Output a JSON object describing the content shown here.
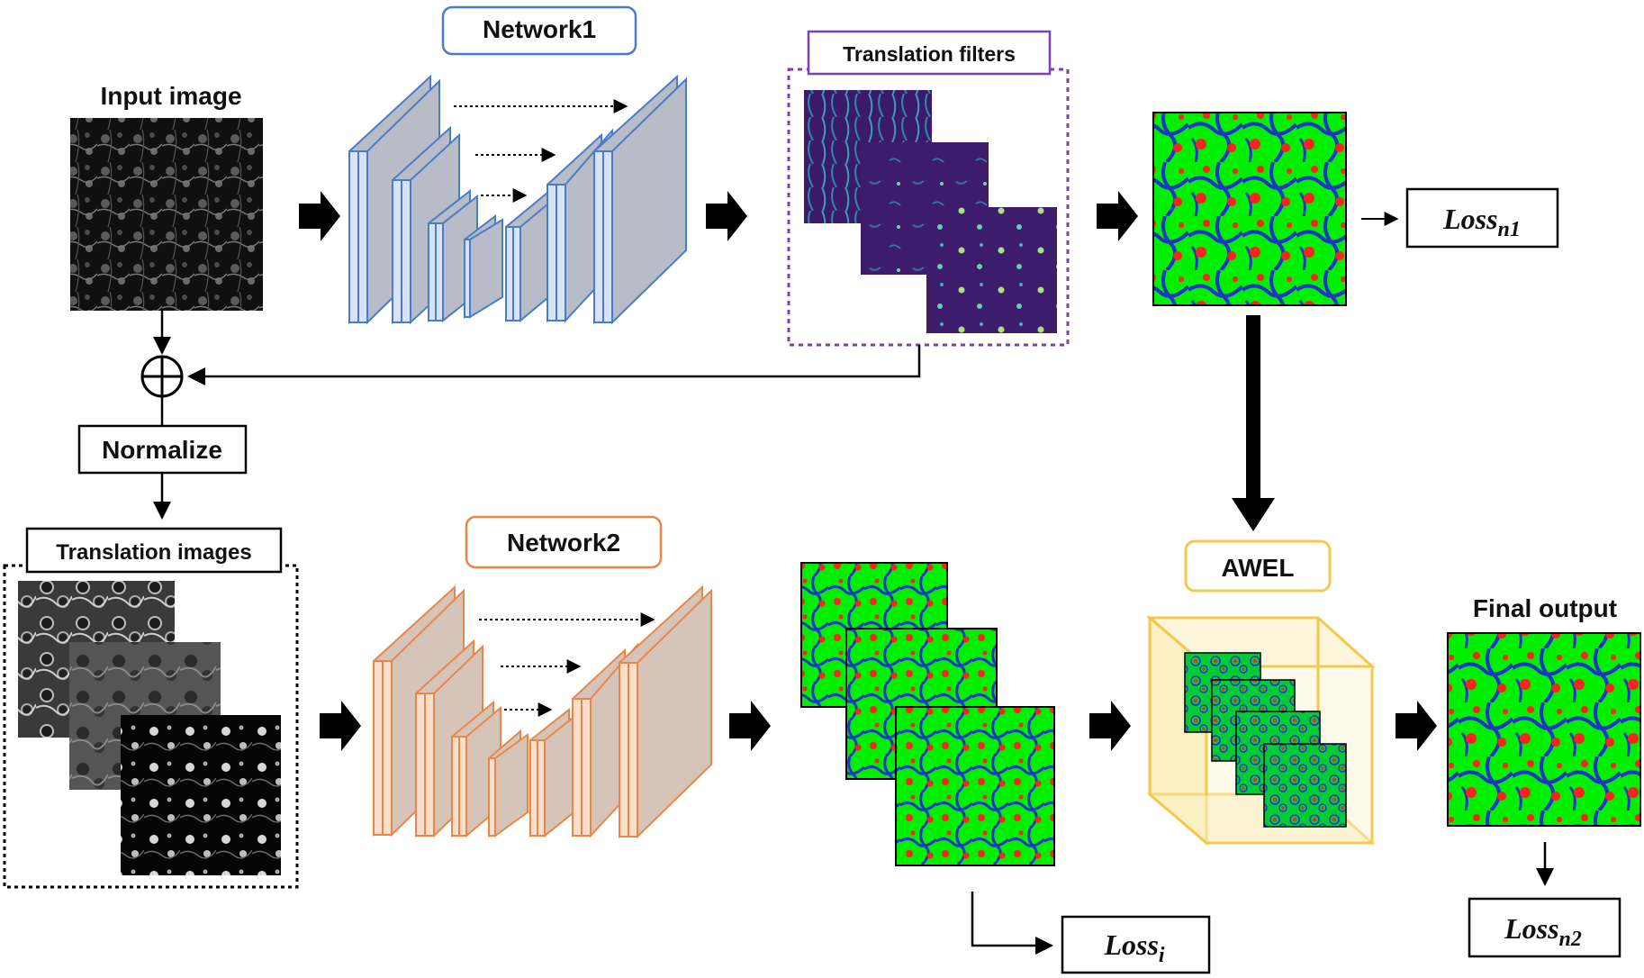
{
  "labels": {
    "input_image": "Input image",
    "network1": "Network1",
    "translation_filters": "Translation filters",
    "normalize": "Normalize",
    "translation_images": "Translation images",
    "network2": "Network2",
    "awel": "AWEL",
    "final_output": "Final output"
  },
  "losses": {
    "n1": {
      "base": "Loss",
      "sub": "n1"
    },
    "i": {
      "base": "Loss",
      "sub": "i"
    },
    "n2": {
      "base": "Loss",
      "sub": "n2"
    }
  },
  "operator": "⊕",
  "colors": {
    "network1": "#4a7cc9",
    "network1_fill": "#b7bcc6",
    "network2": "#e8874a",
    "network2_fill": "#d6c4b9",
    "filters_box": "#7e3fb0",
    "awel": "#f2c94c",
    "seg_background": "#00ee00",
    "seg_membrane": "#2233cc",
    "seg_nucleus": "#ff2020",
    "filter_bg": "#3b1a6b"
  }
}
